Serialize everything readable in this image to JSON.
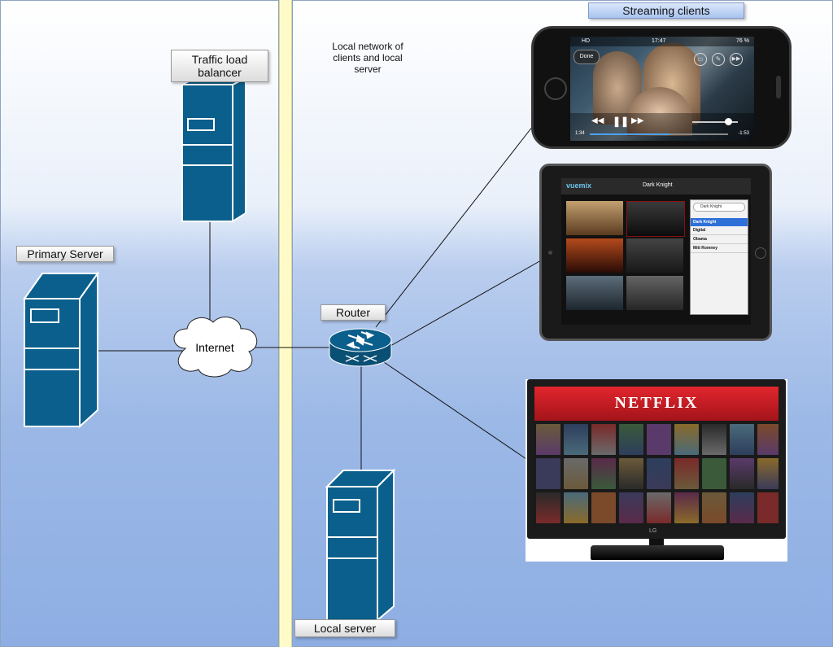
{
  "labels": {
    "traffic_load_balancer": "Traffic load balancer",
    "primary_server": "Primary Server",
    "internet": "Internet",
    "router": "Router",
    "local_server": "Local server",
    "streaming_clients": "Streaming clients",
    "local_network_note": "Local network of clients and local server"
  },
  "phone": {
    "time": "17:47",
    "carrier": "HD",
    "battery": "76 %",
    "done_label": "Done",
    "elapsed": "1:34",
    "remaining": "-1:53"
  },
  "tablet": {
    "app_name": "vuemix",
    "screen_title": "Dark Knight",
    "search_value": "Dark Knight",
    "results": [
      "Dark Knight",
      "Digital",
      "Obama",
      "Mitt Romney"
    ]
  },
  "tv": {
    "brand": "NETFLIX",
    "maker": "LG"
  },
  "colors": {
    "server_fill": "#0b5f8c",
    "server_stroke": "#ffffff",
    "netflix_red": "#d81f26",
    "router_fill": "#0b5f8c"
  }
}
